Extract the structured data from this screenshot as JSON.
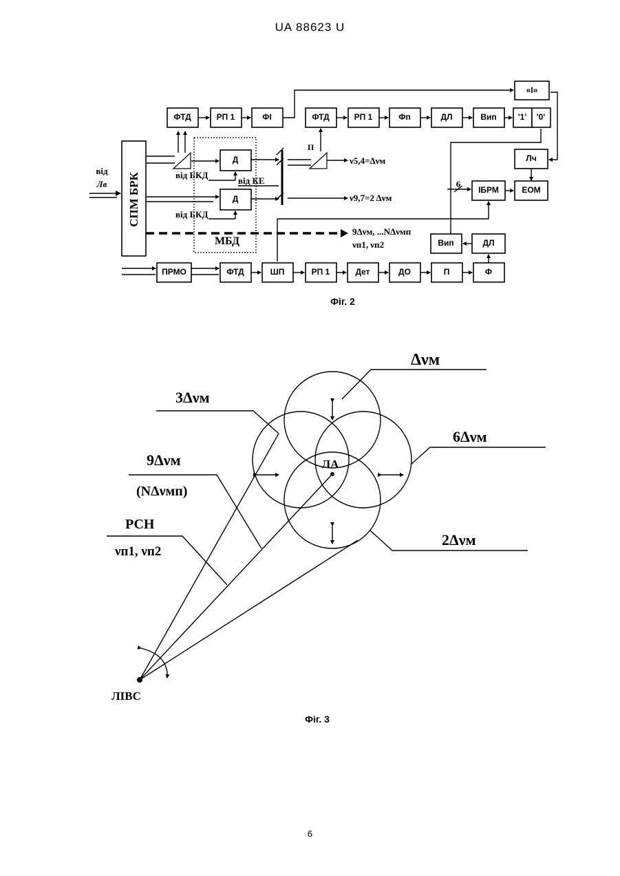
{
  "header": {
    "doc_id": "UA   88623   U"
  },
  "fig2": {
    "caption": "Фіг. 2",
    "spm_brk": "СПМ БРК",
    "input_label_line1": "від",
    "input_label_line2": "Лв",
    "row1": [
      "ФТД",
      "РП 1",
      "ФІ",
      "ФТД",
      "РП 1",
      "Фп",
      "ДЛ",
      "Вип"
    ],
    "logic_top": "«І»",
    "logic_one": "'1'",
    "logic_zero": "'0'",
    "d1": "Д",
    "d2": "Д",
    "from_bkd_1": "від БКД",
    "from_bkd_2": "від БКД",
    "from_ke": "від КЕ",
    "mbd": "МБД",
    "pi_symbol": "П",
    "freq1": "ν5,4=Δνм",
    "freq2": "ν9,7=2 Δνм",
    "freq3_line1": "9Δνм, ...NΔνмп",
    "freq3_line2": "νп1, νп2",
    "lch": "Лч",
    "ibrm": "ІБРМ",
    "eom": "ЕОМ",
    "six": "6",
    "vip2": "Вип",
    "dl2": "ДЛ",
    "row3": [
      "ПРМО",
      "ФТД",
      "ШП",
      "РП 1",
      "Дет",
      "ДО",
      "П",
      "Ф"
    ]
  },
  "fig3": {
    "caption": "Фіг. 3",
    "l_dnm": "Δνм",
    "l_3dnm": "3Δνм",
    "l_6dnm": "6Δνм",
    "l_9dnm": "9Δνм",
    "l_ndnm": "(NΔνмп)",
    "l_rsn": "РСН",
    "l_vn": "νп1, νп2",
    "l_2dnm": "2Δνм",
    "l_la": "ЛА",
    "l_livs": "ЛІВС"
  },
  "page": {
    "number": "6"
  }
}
